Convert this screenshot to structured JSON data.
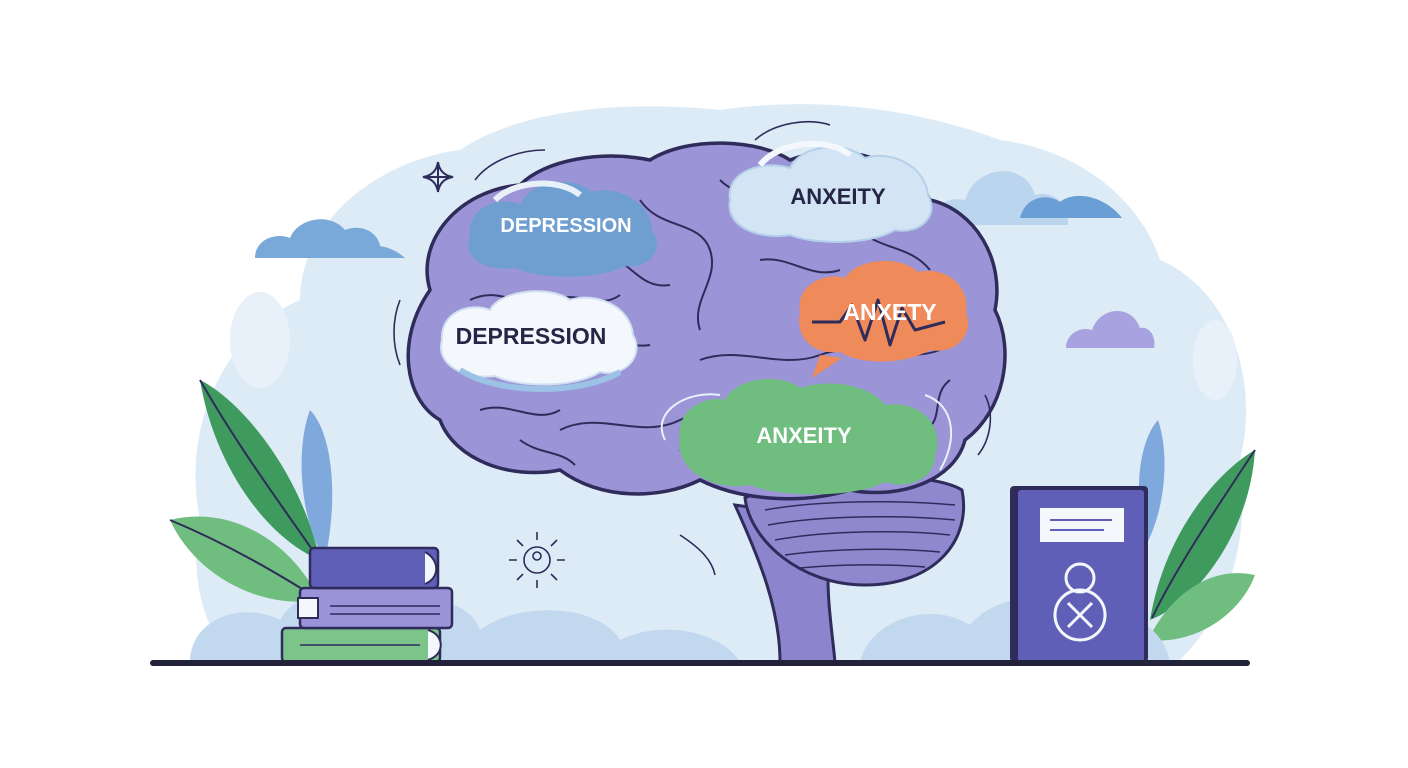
{
  "labels": {
    "depression_top": "DEPRESSION",
    "depression_left": "DEPRESSION",
    "anxiety_top": "ANXEITY",
    "anxiety_orange": "ANXETY",
    "anxiety_green": "ANXEITY"
  },
  "colors": {
    "brain": "#9b94d6",
    "brain_outline": "#2f2b5a",
    "backdrop": "#dcebf6",
    "cloud_blue": "#7fb0dc",
    "cloud_orange": "#ef8a5a",
    "cloud_green": "#6fbd7f",
    "book_blue": "#5f5fb8",
    "book_purple": "#9b93d8",
    "book_green": "#7cc48a",
    "leaf_green": "#3f9a5e",
    "ground": "#22223a"
  }
}
